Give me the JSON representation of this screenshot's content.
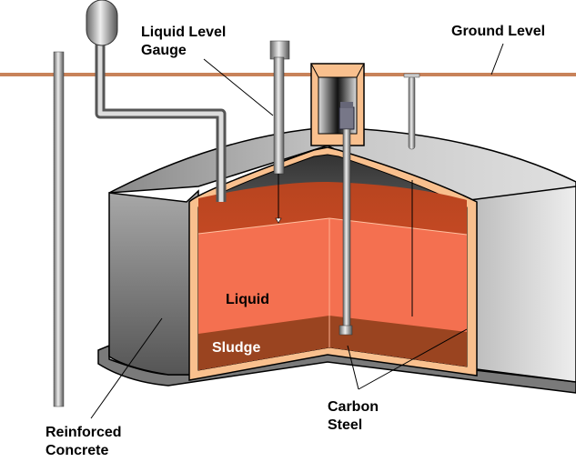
{
  "labels": {
    "gauge_line1": "Liquid Level",
    "gauge_line2": "Gauge",
    "ground": "Ground Level",
    "liquid": "Liquid",
    "sludge": "Sludge",
    "steel_line1": "Carbon",
    "steel_line2": "Steel",
    "concrete_line1": "Reinforced",
    "concrete_line2": "Concrete"
  },
  "colors": {
    "ground_line": "#c8825a",
    "concrete": "#a0a0a0",
    "steel_liner": "#f9c08e",
    "liquid": "#f47050",
    "liquid_top": "#c84a28",
    "sludge": "#9a4420"
  }
}
